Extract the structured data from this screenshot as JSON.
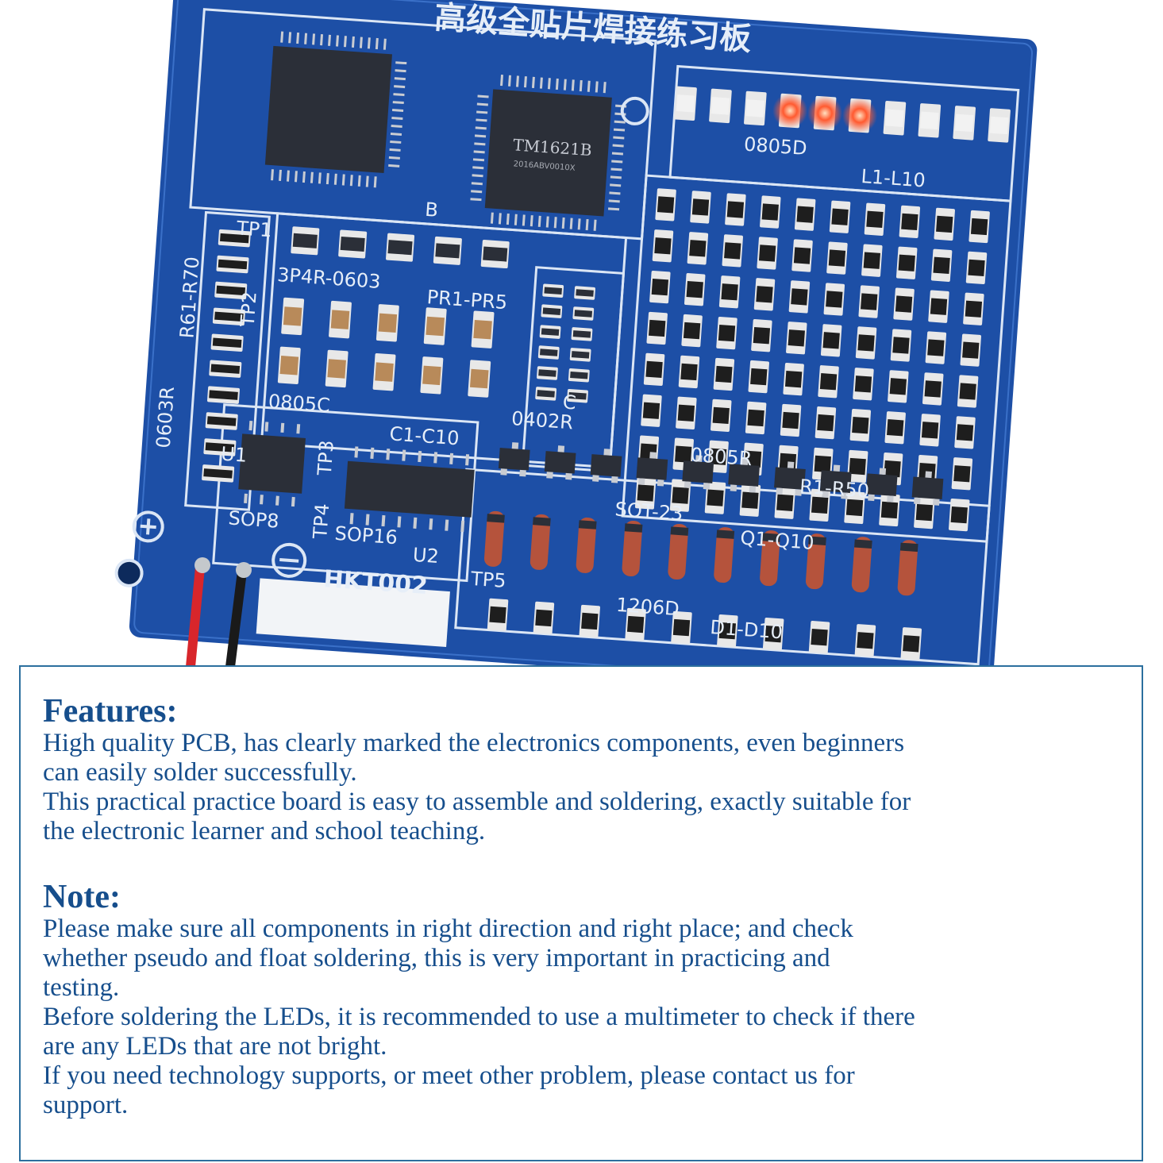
{
  "board": {
    "title_cn": "高级全贴片焊接练习板",
    "model": "HKT002",
    "chip_label": "TM1621B",
    "chip_sublabel": "2016ABV0010X",
    "labels": [
      "TP1",
      "TP2",
      "TP3",
      "TP4",
      "TP5",
      "3P4R-0603",
      "PR1-PR5",
      "R61-R70",
      "0603R",
      "0805C",
      "C1-C10",
      "0402R",
      "C",
      "B",
      "0805R",
      "R1-R50",
      "0805D",
      "L1-L10",
      "SOT-23",
      "Q1-Q10",
      "1206D",
      "D1-D10",
      "SOP8",
      "U1",
      "SOP16",
      "U2"
    ],
    "colors": {
      "pcb": "#1d4fa6",
      "silk": "#e6eef8",
      "led_on": "#ff4a2e"
    }
  },
  "text": {
    "features_heading": "Features:",
    "features_lines": [
      "High quality PCB, has clearly marked the electronics components, even beginners",
      "can easily solder successfully.",
      "This practical practice board is easy to assemble and soldering, exactly suitable for",
      "the electronic learner and school teaching."
    ],
    "note_heading": "Note:",
    "note_lines": [
      "Please make sure all components in right direction and right place; and check",
      "whether pseudo and float soldering, this is very important in practicing and",
      "testing.",
      "Before soldering the LEDs, it is recommended to use a multimeter to check if there",
      "are any LEDs that are not bright.",
      "If you need technology supports, or meet other problem, please contact us for",
      "support."
    ],
    "color": "#164e8c"
  }
}
